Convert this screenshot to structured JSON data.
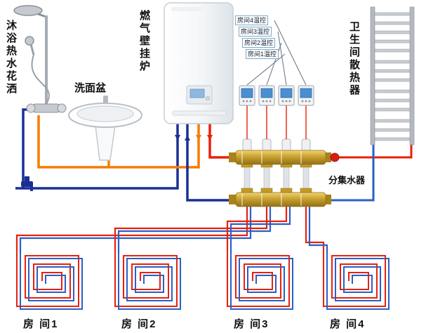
{
  "diagram": {
    "labels": {
      "shower": "沐浴热水花洒",
      "basin": "洗面盆",
      "boiler": "燃气壁挂炉",
      "radiator": "卫生间散热器",
      "manifold": "分集水器"
    },
    "thermostat_callouts": [
      {
        "label": "房间4温控"
      },
      {
        "label": "房间3温控"
      },
      {
        "label": "房间2温控"
      },
      {
        "label": "房间1温控"
      }
    ],
    "rooms": [
      {
        "label": "房 间1"
      },
      {
        "label": "房 间2"
      },
      {
        "label": "房 间3"
      },
      {
        "label": "房 间4"
      }
    ],
    "colors": {
      "heating_supply_red": "#e8210a",
      "domestic_hot_orange": "#f57c00",
      "cold_water_navy": "#1a2f96",
      "loop_blue": "#2b5fc7",
      "manifold_brass": "#c9a233"
    }
  }
}
